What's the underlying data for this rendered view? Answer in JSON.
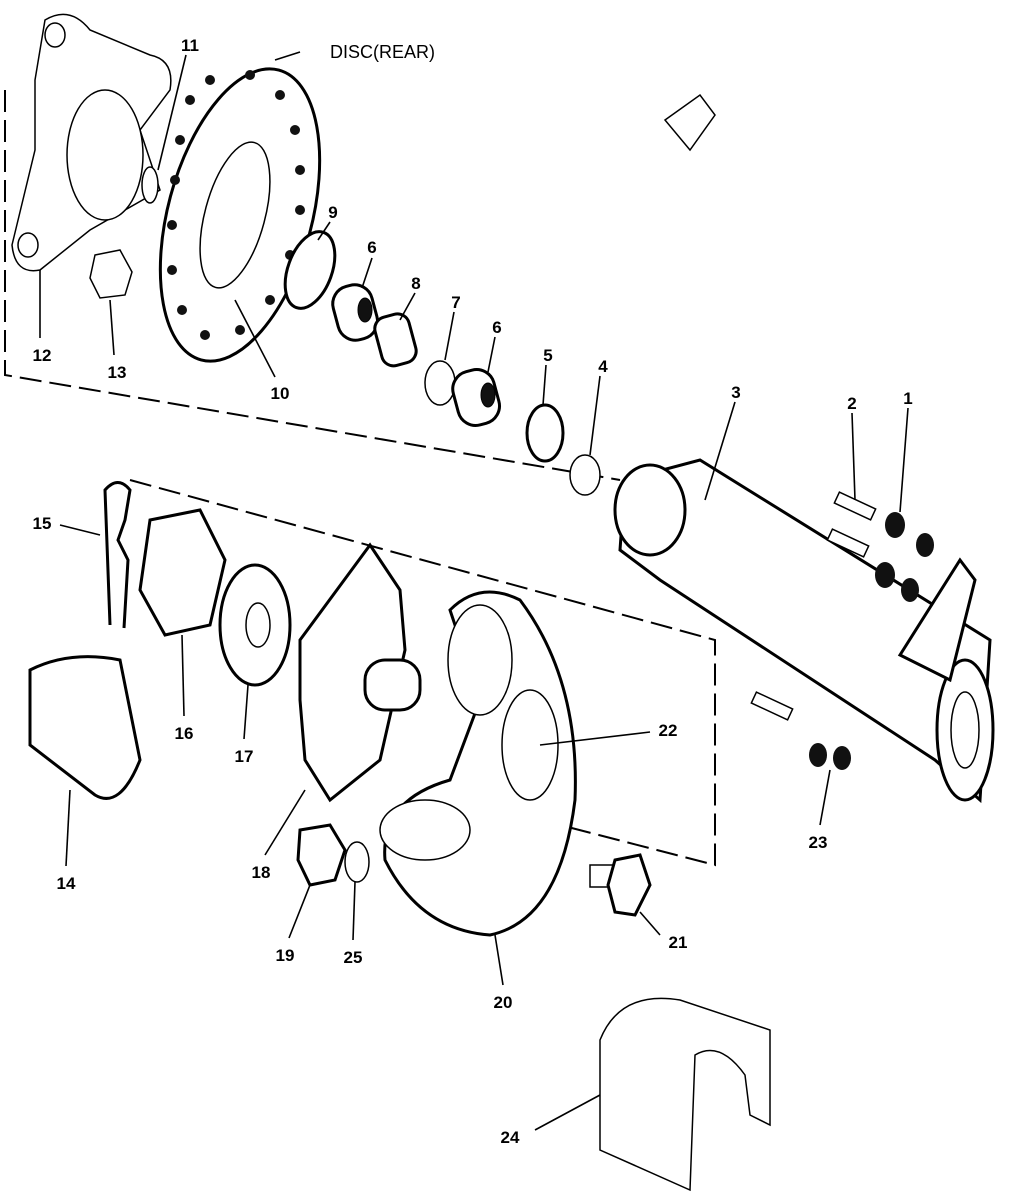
{
  "title": "DISC(REAR)",
  "labels": [
    "11",
    "12",
    "13",
    "10",
    "9",
    "6",
    "8",
    "7",
    "6",
    "5",
    "4",
    "3",
    "2",
    "1",
    "15",
    "16",
    "17",
    "14",
    "18",
    "19",
    "25",
    "20",
    "21",
    "22",
    "23",
    "24"
  ]
}
